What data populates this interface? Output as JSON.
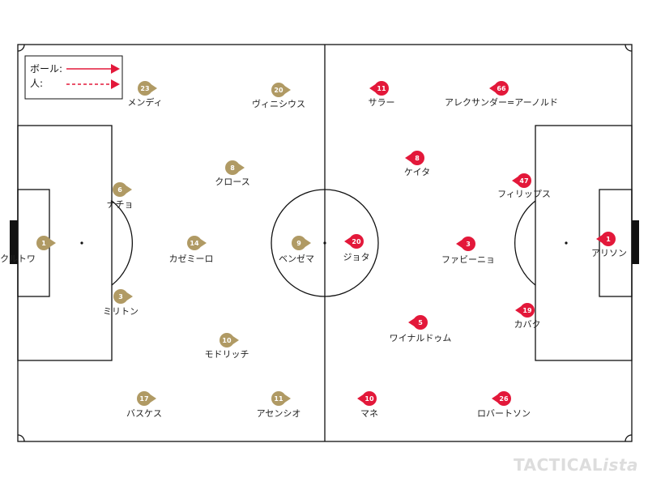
{
  "legend": {
    "ball_label": "ボール:",
    "person_label": "人:"
  },
  "colors": {
    "home": "#b09a64",
    "away": "#e3183a",
    "lines": "#111111"
  },
  "home_team": [
    {
      "number": "1",
      "name": "クルトワ"
    },
    {
      "number": "23",
      "name": "メンディ"
    },
    {
      "number": "6",
      "name": "ナチョ"
    },
    {
      "number": "3",
      "name": "ミリトン"
    },
    {
      "number": "17",
      "name": "バスケス"
    },
    {
      "number": "14",
      "name": "カゼミーロ"
    },
    {
      "number": "8",
      "name": "クロース"
    },
    {
      "number": "10",
      "name": "モドリッチ"
    },
    {
      "number": "20",
      "name": "ヴィニシウス"
    },
    {
      "number": "9",
      "name": "ベンゼマ"
    },
    {
      "number": "11",
      "name": "アセンシオ"
    }
  ],
  "away_team": [
    {
      "number": "1",
      "name": "アリソン"
    },
    {
      "number": "66",
      "name": "アレクサンダー=アーノルド"
    },
    {
      "number": "47",
      "name": "フィリップス"
    },
    {
      "number": "19",
      "name": "カバク"
    },
    {
      "number": "26",
      "name": "ロバートソン"
    },
    {
      "number": "3",
      "name": "ファビーニョ"
    },
    {
      "number": "8",
      "name": "ケイタ"
    },
    {
      "number": "5",
      "name": "ワイナルドゥム"
    },
    {
      "number": "11",
      "name": "サラー"
    },
    {
      "number": "20",
      "name": "ジョタ"
    },
    {
      "number": "10",
      "name": "マネ"
    }
  ],
  "brand": {
    "main": "TACTICAL",
    "suffix": "ista"
  }
}
